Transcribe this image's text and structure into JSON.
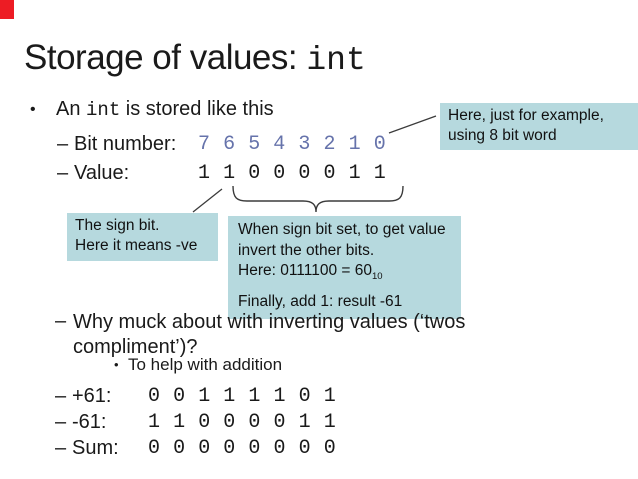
{
  "slide": {
    "markers": {
      "bullet": "•",
      "dash": "–"
    },
    "title": {
      "prefix": "Storage of values: ",
      "code": "int"
    },
    "bullet1": {
      "pre": "An ",
      "code": "int",
      "post": " is stored like this"
    },
    "bit_row": {
      "label": "Bit number:",
      "bits": "7 6 5 4 3 2 1 0"
    },
    "value_row": {
      "label": "Value:",
      "bits": "1 1 0 0 0 0 1 1"
    },
    "callout_example": {
      "line1": "Here, just for example,",
      "line2": "using 8 bit word"
    },
    "callout_sign": {
      "line1": "The sign bit.",
      "line2": "Here it means -ve"
    },
    "callout_invert": {
      "line1": "When sign bit set, to get value",
      "line2": "invert the other bits.",
      "line3_pre": "Here: 0111100 = 60",
      "line3_sub": "10",
      "line4": "Finally, add 1: result -61"
    },
    "why": {
      "line1": "Why muck about with inverting values (‘twos",
      "line2": "compliment’)?"
    },
    "sub_bullet": "To help with addition",
    "sum_rows": [
      {
        "label": "+61:",
        "bits": "0 0 1 1 1 1 0 1"
      },
      {
        "label": "-61:",
        "bits": "1 1 0 0 0 0 1 1"
      },
      {
        "label": "Sum:",
        "bits": "0 0 0 0 0 0 0 0"
      }
    ],
    "colors": {
      "callout_bg": "#b6d9de",
      "bit_number_text": "#6673ab",
      "marker_red": "#ed1c24"
    }
  }
}
